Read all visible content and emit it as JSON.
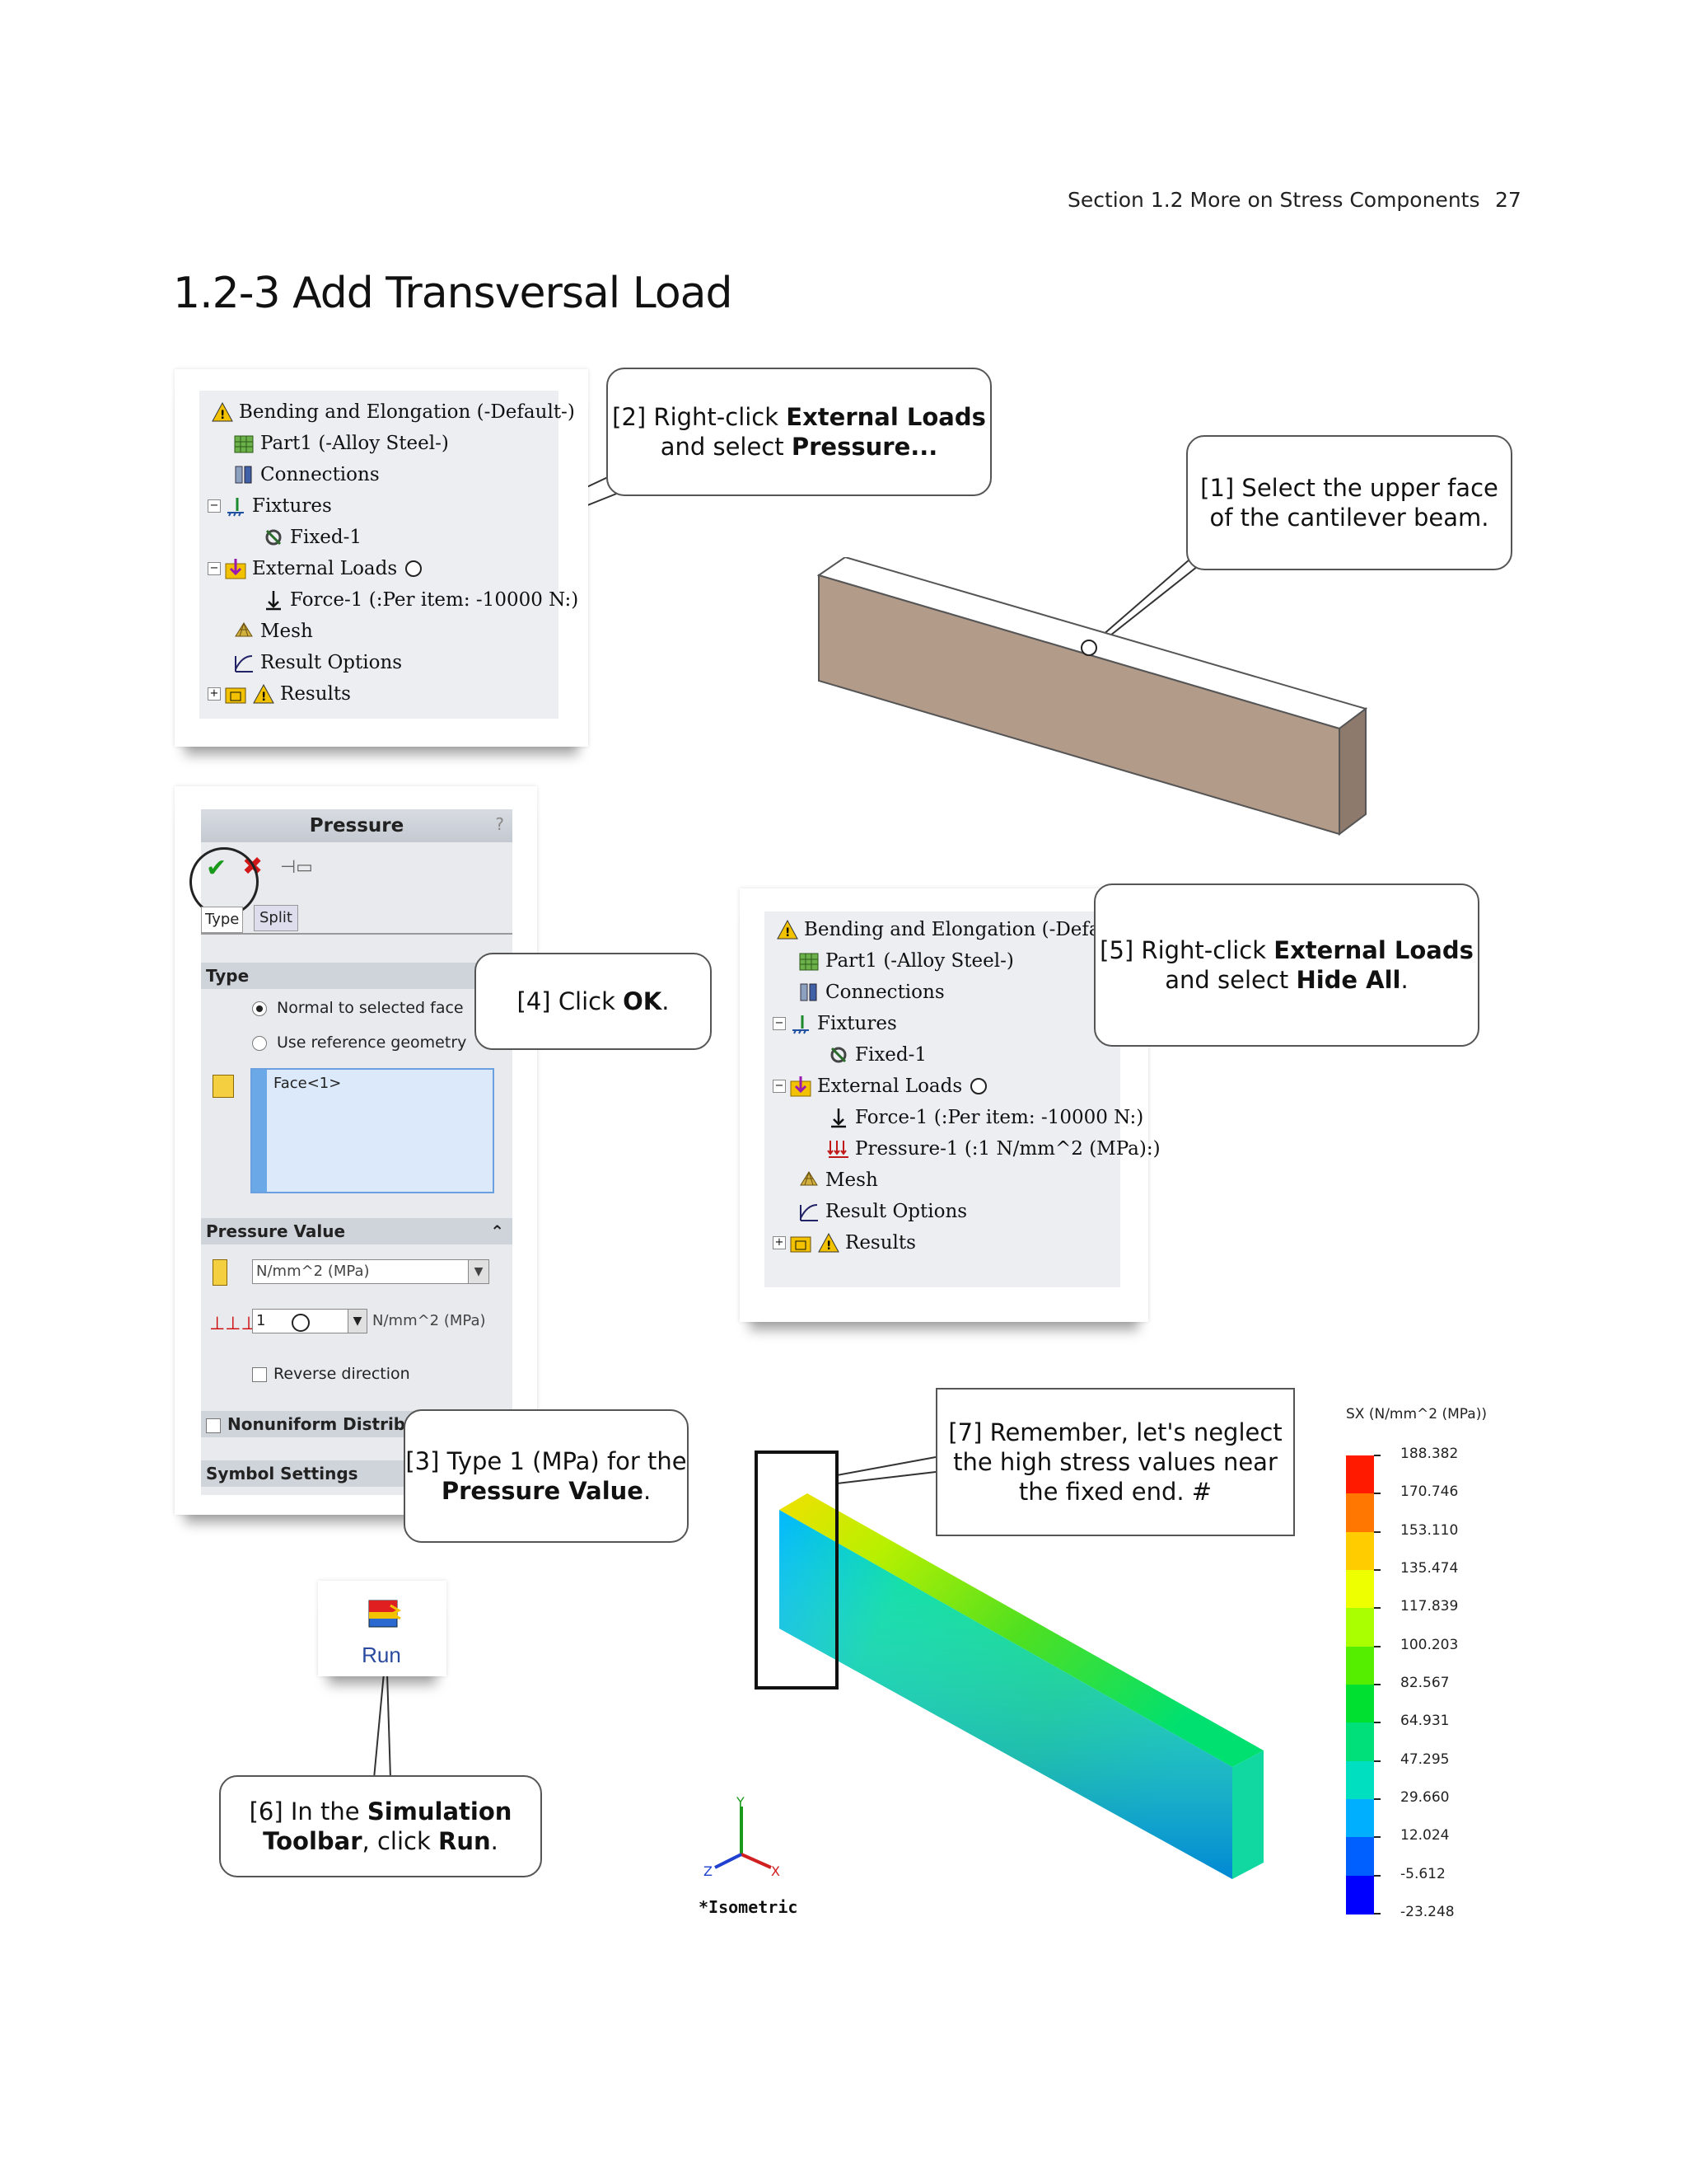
{
  "header": {
    "section": "Section 1.2  More on Stress Components",
    "page": "27"
  },
  "title": "1.2-3  Add Transversal Load",
  "tree1": {
    "items": [
      "Bending and Elongation (-Default-)",
      "Part1 (-Alloy Steel-)",
      "Connections",
      "Fixtures",
      "Fixed-1",
      "External Loads",
      "Force-1 (:Per item: -10000 N:)",
      "Mesh",
      "Result Options",
      "Results"
    ]
  },
  "tree2": {
    "items": [
      "Bending and Elongation (-Default-)",
      "Part1 (-Alloy Steel-)",
      "Connections",
      "Fixtures",
      "Fixed-1",
      "External Loads",
      "Force-1 (:Per item: -10000 N:)",
      "Pressure-1 (:1 N/mm^2 (MPa):)",
      "Mesh",
      "Result Options",
      "Results"
    ]
  },
  "callouts": {
    "c1": {
      "pre": "[1] Select the upper face of the cantilever beam.",
      "b1": "",
      "mid": "",
      "b2": "",
      "post": ""
    },
    "c2": {
      "pre": "[2] Right-click ",
      "b1": "External Loads",
      "mid": " and select ",
      "b2": "Pressure...",
      "post": ""
    },
    "c3": {
      "pre": "[3] Type 1 (MPa) for the ",
      "b1": "Pressure Value",
      "mid": ".",
      "b2": "",
      "post": ""
    },
    "c4": {
      "pre": "[4] Click ",
      "b1": "OK",
      "mid": ".",
      "b2": "",
      "post": ""
    },
    "c5": {
      "pre": "[5] Right-click ",
      "b1": "External Loads",
      "mid": " and select ",
      "b2": "Hide All",
      "post": "."
    },
    "c6": {
      "pre": "[6] In the ",
      "b1": "Simulation Toolbar",
      "mid": ", click ",
      "b2": "Run",
      "post": "."
    },
    "c7": {
      "pre": "[7] Remember, let's neglect the high stress values near the fixed end. #",
      "b1": "",
      "mid": "",
      "b2": "",
      "post": ""
    }
  },
  "pressure_manager": {
    "title": "Pressure",
    "help": "?",
    "tabs": [
      "Type",
      "Split"
    ],
    "type_section": "Type",
    "option_normal": "Normal to selected face",
    "option_reference": "Use reference geometry",
    "face_selection": "Face<1>",
    "value_section": "Pressure Value",
    "unit_select": "N/mm^2 (MPa)",
    "value": "1",
    "value_unit": "N/mm^2 (MPa)",
    "reverse": "Reverse direction",
    "nonuniform": "Nonuniform Distribution",
    "symbol": "Symbol Settings"
  },
  "run_button": {
    "label": "Run"
  },
  "triad": {
    "view_label": "*Isometric",
    "x": "X",
    "y": "Y",
    "z": "Z"
  },
  "legend": {
    "title": "SX (N/mm^2 (MPa))",
    "ticks": [
      "188.382",
      "170.746",
      "153.110",
      "135.474",
      "117.839",
      "100.203",
      "82.567",
      "64.931",
      "47.295",
      "29.660",
      "12.024",
      "-5.612",
      "-23.248"
    ],
    "colors": [
      "#ff1a00",
      "#ff7700",
      "#ffcc00",
      "#eeff00",
      "#aaff00",
      "#55ee00",
      "#00e030",
      "#00e07a",
      "#00e0c0",
      "#00b0ff",
      "#0060ff",
      "#0000ff"
    ]
  }
}
